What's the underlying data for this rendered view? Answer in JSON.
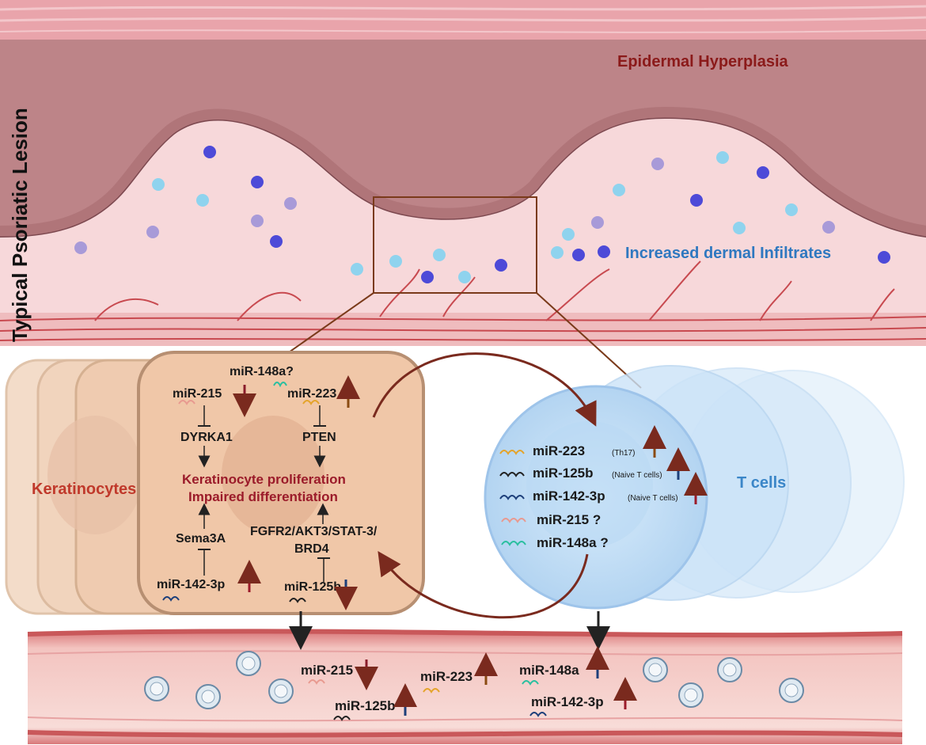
{
  "title_vertical": "Typical Psoriatic Lesion",
  "epidermis_label": "Epidermal Hyperplasia",
  "infiltrate_label": "Increased dermal Infiltrates",
  "keratinocyte_label": "Keratinocytes",
  "tcell_label": "T cells",
  "keratinocyte_panel": {
    "mir148a": "miR-148a?",
    "mir215": "miR-215",
    "mir223": "miR-223",
    "dyrka1": "DYRKA1",
    "pten": "PTEN",
    "outcome_line1": "Keratinocyte proliferation",
    "outcome_line2": "Impaired differentiation",
    "sema3a": "Sema3A",
    "fgfr_line1": "FGFR2/AKT3/STAT-3/",
    "fgfr_line2": "BRD4",
    "mir142": "miR-142-3p",
    "mir125b": "miR-125b"
  },
  "tcell_panel": {
    "row1": "miR-223",
    "row1_note": "(Th17)",
    "row2": "miR-125b",
    "row2_note": "(Naive T cells)",
    "row3": "miR-142-3p",
    "row3_note": "(Naive T cells)",
    "row4": "miR-215 ?",
    "row5": "miR-148a ?"
  },
  "vessel": {
    "m215": "miR-215",
    "m223": "miR-223",
    "m148": "miR-148a",
    "m125": "miR-125b",
    "m142": "miR-142-3p"
  },
  "colors": {
    "up_brown": "#8a4b12",
    "up_red": "#9b1b2a",
    "up_blue": "#1d3f7a",
    "down_red": "#8a1c2a",
    "down_blue": "#1d3f7a",
    "epidermis_text": "#8b1a1a",
    "infiltrate_text": "#2f78c0",
    "keratinocyte_text": "#c0392b"
  }
}
